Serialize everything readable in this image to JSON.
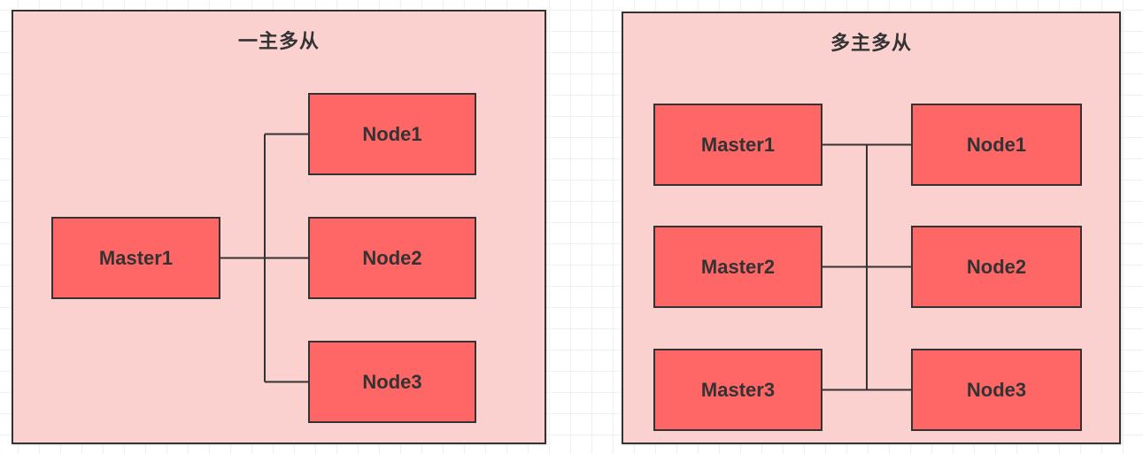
{
  "panels": [
    {
      "title": "一主多从",
      "boxes": [
        {
          "label": "Master1"
        },
        {
          "label": "Node1"
        },
        {
          "label": "Node2"
        },
        {
          "label": "Node3"
        }
      ]
    },
    {
      "title": "多主多从",
      "boxes": [
        {
          "label": "Master1"
        },
        {
          "label": "Master2"
        },
        {
          "label": "Master3"
        },
        {
          "label": "Node1"
        },
        {
          "label": "Node2"
        },
        {
          "label": "Node3"
        }
      ]
    }
  ],
  "colors": {
    "canvas_bg": "#FFFFFF",
    "grid_line": "#F0F0F0",
    "panel_fill": "#FBD1D0",
    "box_fill": "#FF6666",
    "stroke": "#333333",
    "text": "#333333"
  }
}
